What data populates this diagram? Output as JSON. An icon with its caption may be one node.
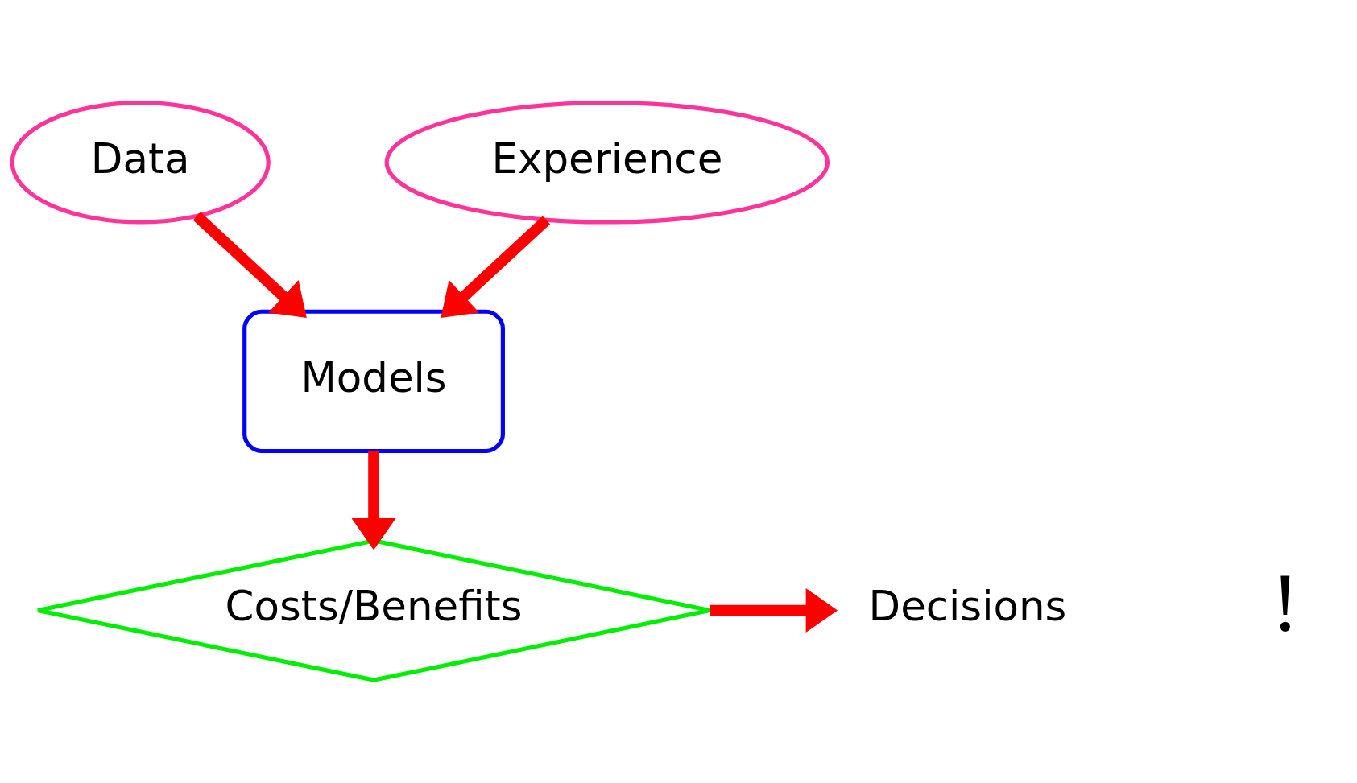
{
  "diagram": {
    "nodes": [
      {
        "text": [
          "Data"
        ]
      },
      {
        "text": [
          "Experience"
        ]
      },
      {
        "text": [
          "Models"
        ]
      },
      {
        "text": [
          "Costs/Benefits"
        ]
      },
      {
        "text": [
          "Decisions"
        ]
      }
    ],
    "edges": [
      {
        "from": 0,
        "to": 2,
        "arrow": "to"
      },
      {
        "from": 1,
        "to": 2,
        "arrow": "to"
      },
      {
        "from": 2,
        "to": 3,
        "arrow": "to"
      },
      {
        "from": 3,
        "to": 4,
        "arrow": "to"
      }
    ],
    "labels": [
      "!"
    ]
  }
}
